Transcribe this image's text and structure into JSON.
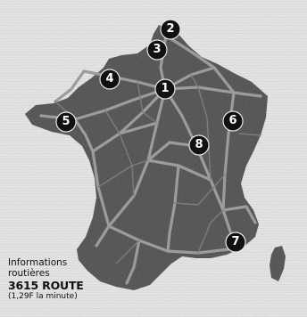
{
  "caption": {
    "line1": "Informations",
    "line2": "routières",
    "line3": "3615 ROUTE",
    "line4": "(1,29F la minute)"
  },
  "markers": [
    {
      "label": "1",
      "name": "marker-1"
    },
    {
      "label": "2",
      "name": "marker-2"
    },
    {
      "label": "3",
      "name": "marker-3"
    },
    {
      "label": "4",
      "name": "marker-4"
    },
    {
      "label": "5",
      "name": "marker-5"
    },
    {
      "label": "6",
      "name": "marker-6"
    },
    {
      "label": "7",
      "name": "marker-7"
    },
    {
      "label": "8",
      "name": "marker-8"
    }
  ],
  "colors": {
    "land": "#4a4a4a",
    "road": "#9c9c9c",
    "marker": "#111111",
    "marker_text": "#ffffff"
  }
}
